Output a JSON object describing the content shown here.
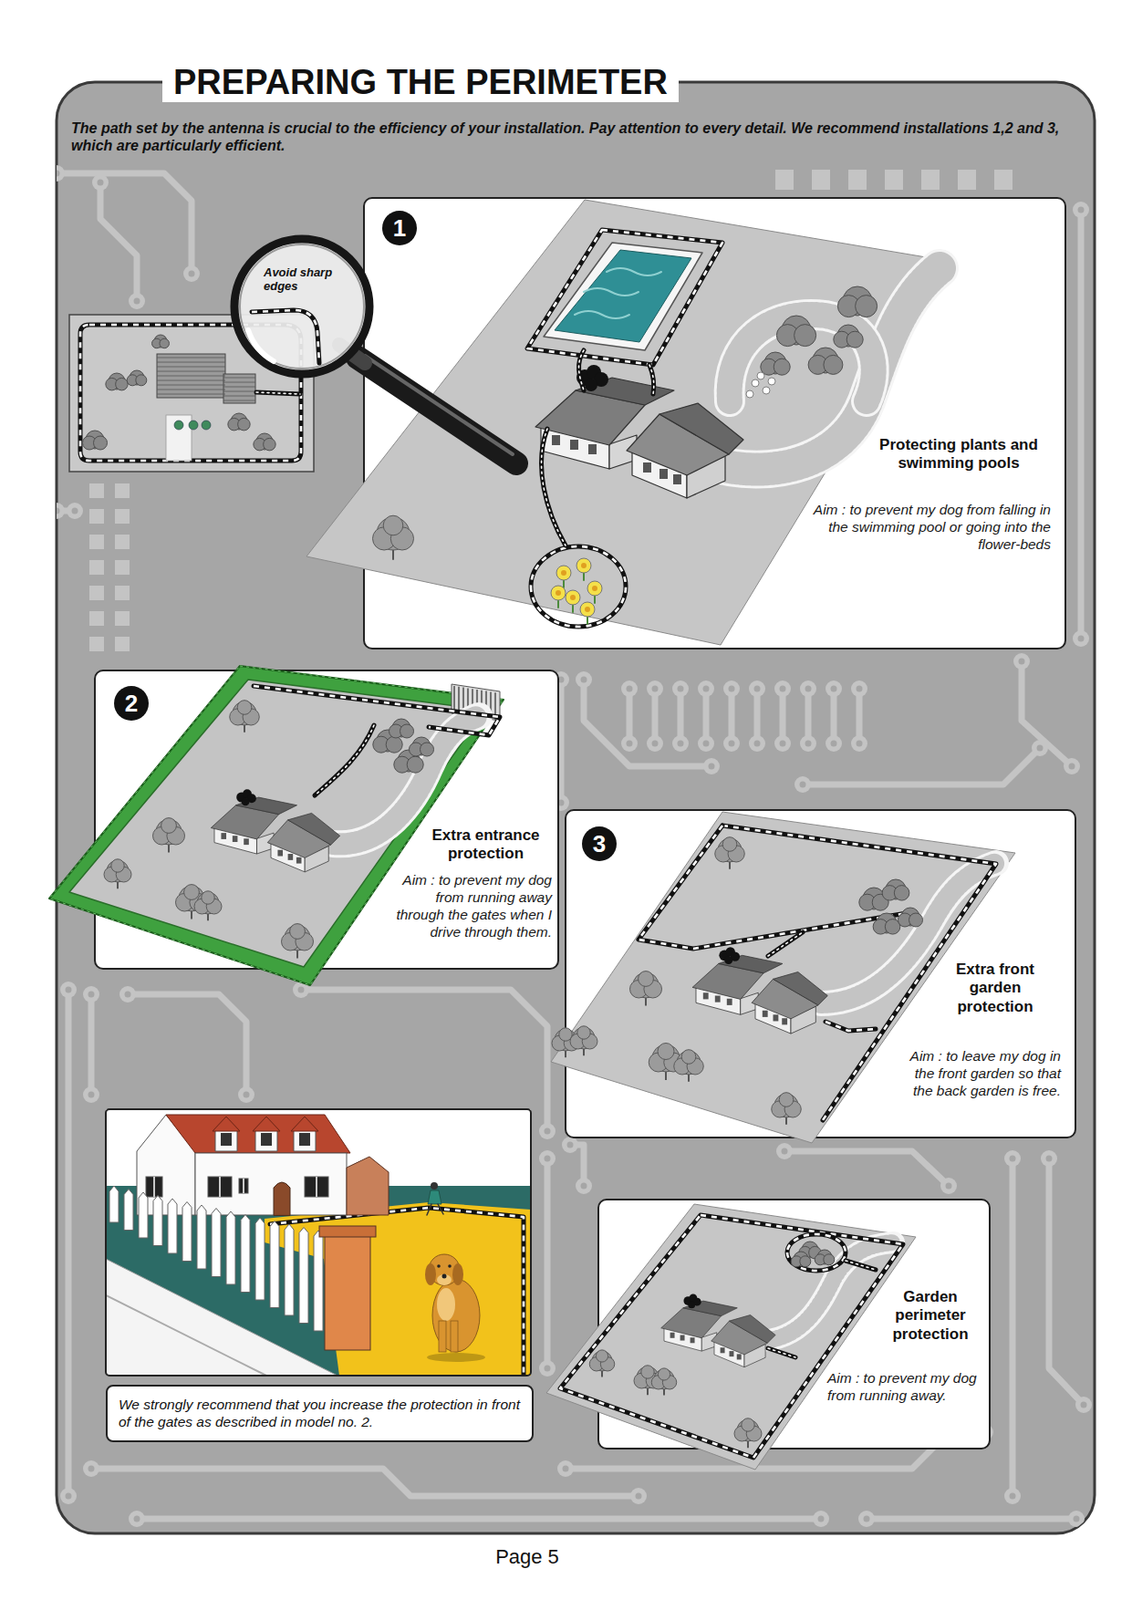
{
  "diagram": {
    "title": "PREPARING THE PERIMETER",
    "nodes": [
      {
        "text": [
          "Protecting plants and swimming pools",
          "Aim : to prevent my dog from falling in the swimming pool or going into the flower-beds"
        ]
      },
      {
        "text": [
          "1"
        ],
        "in": 0
      },
      {
        "text": [
          "Avoid sharp edges"
        ]
      },
      {
        "text": [
          "Extra entrance protection",
          "Aim : to prevent my dog from running away through the gates when I drive through them."
        ]
      },
      {
        "text": [
          "2"
        ],
        "in": 3
      },
      {
        "text": [
          "Extra front garden protection",
          "Aim : to leave my dog in the front garden so that the back garden is free."
        ]
      },
      {
        "text": [
          "3"
        ],
        "in": 5
      },
      {
        "text": [
          "We strongly recommend that you increase the protection in front of the gates as described in model no. 2."
        ]
      },
      {
        "text": [
          "Garden perimeter protection",
          "Aim : to prevent my dog from running away."
        ]
      }
    ],
    "labels": [
      "The path set by the antenna is crucial to the efficiency of your installation. Pay attention to every detail. We recommend installations 1,2 and 3, which are particularly efficient.",
      "Page 5"
    ]
  }
}
